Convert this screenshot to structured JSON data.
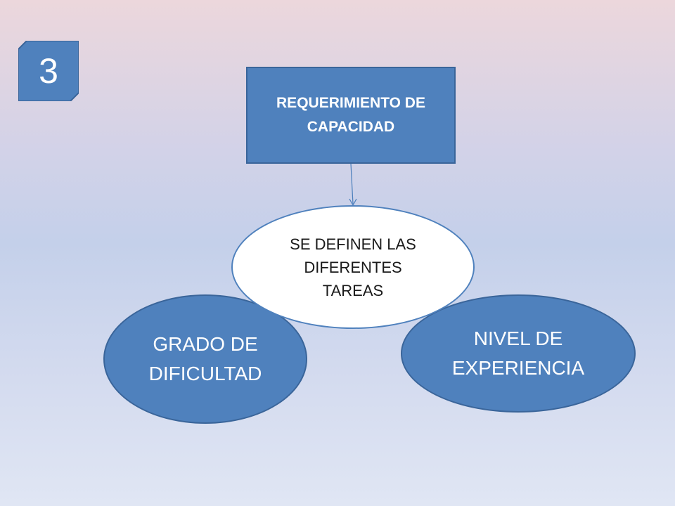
{
  "slide_number": "3",
  "top_box": {
    "label": "REQUERIMIENTO DE CAPACIDAD"
  },
  "center_node": {
    "label": "SE DEFINEN LAS DIFERENTES TAREAS"
  },
  "left_node": {
    "label": "GRADO DE DIFICULTAD"
  },
  "right_node": {
    "label": "NIVEL DE EXPERIENCIA"
  },
  "colors": {
    "node_fill": "#4f81bd",
    "node_border": "#3a659a",
    "center_fill": "#ffffff",
    "text_light": "#ffffff",
    "text_dark": "#1a1a1a"
  }
}
